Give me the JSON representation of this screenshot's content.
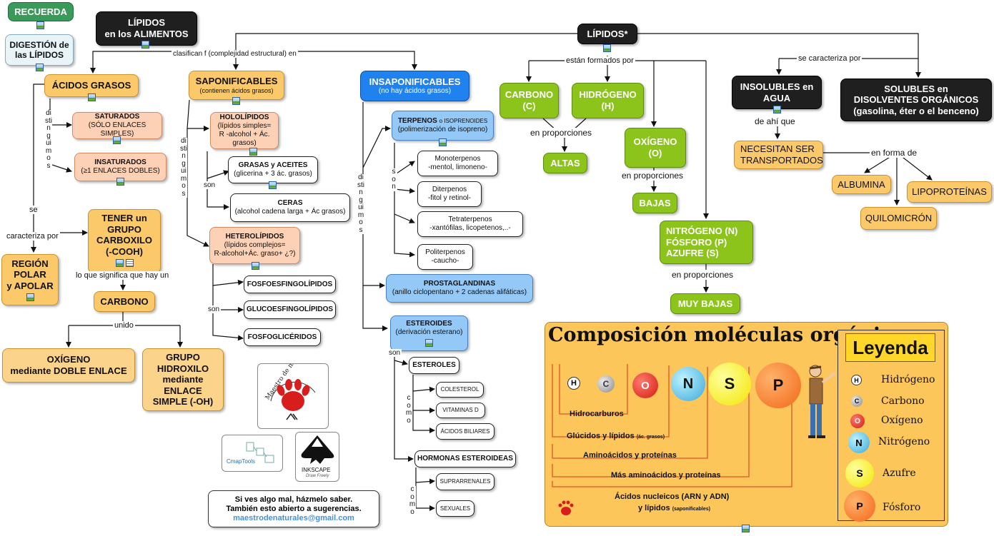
{
  "recuerda": "RECUERDA",
  "digestion": [
    "DIGESTIÓN de",
    "las LÍPIDOS"
  ],
  "lipidos_alimentos": [
    "LÍPIDOS",
    "en los ALIMENTOS"
  ],
  "lipidos_main": "LÍPIDOS*",
  "links": {
    "clasifican": "clasifican f (complejidad estructural) en",
    "formados": "están formados por",
    "caracteriza": "se caracteriza por",
    "se_caracteriza_por": [
      "se",
      "caracteriza por"
    ],
    "significa": "lo que significa que hay un",
    "unido": "unido",
    "en_proporciones": "en proporciones",
    "de_ahi": "de ahí que",
    "en_forma_de": "en forma de",
    "son": "son",
    "distinguimos": "distinguimos",
    "como": "como"
  },
  "acidos_grasos": "ÁCIDOS GRASOS",
  "saturados": {
    "title": "SATURADOS",
    "sub": "(SÓLO ENLACES SIMPLES)"
  },
  "insaturados": {
    "title": "INSATURADOS",
    "sub": "(≥1 ENLACES DOBLES)"
  },
  "tener_grupo": [
    "TENER un",
    "GRUPO",
    "CARBOXILO",
    "(-COOH)"
  ],
  "region": [
    "REGIÓN",
    "POLAR",
    "y APOLAR"
  ],
  "carbono_center": "CARBONO",
  "oxigeno_doble": [
    "OXÍGENO",
    "mediante DOBLE ENLACE"
  ],
  "grupo_hidroxilo": [
    "GRUPO",
    "HIDROXILO",
    "mediante",
    "ENLACE",
    "SIMPLE (-OH)"
  ],
  "saponificables": {
    "title": "SAPONIFICABLES",
    "sub": "(contienen ácidos grasos)"
  },
  "hololipidos": {
    "title": "HOLOLÍPIDOS",
    "sub1": "(lípidos simples=",
    "sub2": "R -alcohol + Ác. grasos)"
  },
  "grasas": {
    "title": "GRASAS y ACEITES",
    "sub": "(glicerina + 3 ác. grasos)"
  },
  "ceras": {
    "title": "CERAS",
    "sub": "(alcohol cadena larga + Ác grasos)"
  },
  "heterolipidos": {
    "title": "HETEROLÍPIDOS",
    "sub1": "(lípidos complejos=",
    "sub2": "R-alcohol+Ác. graso+ ¿?)"
  },
  "fosfoesfingo": "FOSFOESFINGOLÍPIDOS",
  "glucoesfingo": "GLUCOESFINGOLÍPIDOS",
  "fosfoglic": "FOSFOGLICÉRIDOS",
  "insaponificables": {
    "title": "INSAPONIFICABLES",
    "sub": "(no hay ácidos grasos)"
  },
  "terpenos": {
    "title": "TERPENOS",
    "title_small": "o ISOPRENOIDES",
    "sub": "(polimerización de isopreno)"
  },
  "monoterpenos": [
    "Monoterpenos",
    "-mentol, limoneno-"
  ],
  "diterpenos": [
    "Diterpenos",
    "-fitol y retinol-"
  ],
  "tetraterpenos": [
    "Tetraterpenos",
    "-xantófilas, licopetenos,..-"
  ],
  "politerpenos": [
    "Politerpenos",
    "-caucho-"
  ],
  "prostaglandinas": {
    "title": "PROSTAGLANDINAS",
    "sub": "(anillo ciclopentano +  2 cadenas alifáticas)"
  },
  "esteroides": {
    "title": "ESTEROIDES",
    "sub": "(derivación esterano)"
  },
  "esteroles": "ESTEROLES",
  "colesterol": "COLESTEROL",
  "vitaminas": "VITAMINAS D",
  "biliares": "ÁCIDOS BILIARES",
  "hormonas": "HORMONAS ESTEROIDEAS",
  "suprarrenales": "SUPRARRENALES",
  "sexuales": "SEXUALES",
  "carbono_c": [
    "CARBONO",
    "(C)"
  ],
  "hidrogeno_h": [
    "HIDRÓGENO",
    "(H)"
  ],
  "oxigeno_o": [
    "OXÍGENO",
    "(O)"
  ],
  "nps": [
    "NITRÓGENO (N)",
    "FÓSFORO (P)",
    "AZUFRE (S)"
  ],
  "altas": "ALTAS",
  "bajas": "BAJAS",
  "muy_bajas": "MUY BAJAS",
  "insolubles": [
    "INSOLUBLES en",
    "AGUA"
  ],
  "solubles": [
    "SOLUBLES en",
    "DISOLVENTES ORGÁNICOS",
    "(gasolina, éter o el benceno)"
  ],
  "necesitan": [
    "NECESITAN SER",
    "TRANSPORTADOS"
  ],
  "albumina": "ALBUMINA",
  "lipoproteinas": "LIPOPROTEÍNAS",
  "quilomicron": "QUILOMICRÓN",
  "logos": {
    "maestro": "Maestro de naturales",
    "cmap": "CmapTools",
    "inkscape": "INKSCAPE",
    "inkscape_sub": "Draw Freely"
  },
  "message": [
    "Si ves algo mal, házmelo saber.",
    "También esto abierto a sugerencias.",
    "maestrodenaturales@gmail.com"
  ],
  "composicion": {
    "title": "Composición moléculas orgánicas",
    "atoms": {
      "h": "H",
      "c": "C",
      "o": "O",
      "n": "N",
      "s": "S",
      "p": "P"
    },
    "rows": {
      "hidrocarburos": "Hidrocarburos",
      "glucidos": "Glúcidos y lípidos",
      "glucidos_small": "(ác. grasos)",
      "aminoacidos": "Aminoácidos y proteínas",
      "mas_aminoacidos": "Más aminoácidos y proteínas",
      "nucleicos": "Ácidos nucleicos (ARN y ADN)",
      "y_lipidos": "y lípidos",
      "y_lipidos_small": "(saponificables)"
    },
    "legend": {
      "title": "Leyenda",
      "items": [
        "Hidrógeno",
        "Carbono",
        "Oxígeno",
        "Nitrógeno",
        "Azufre",
        "Fósforo"
      ]
    }
  }
}
